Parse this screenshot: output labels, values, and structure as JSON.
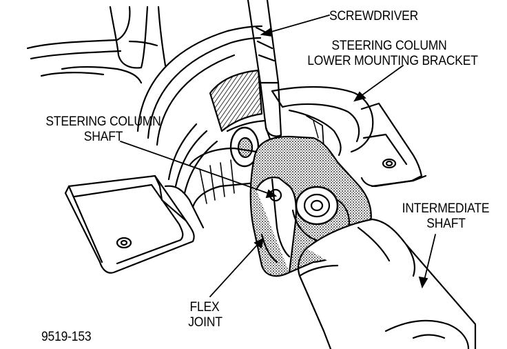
{
  "colors": {
    "ink": "#000000",
    "paper": "#ffffff"
  },
  "labels": {
    "screwdriver": "SCREWDRIVER",
    "bracket_line1": "STEERING COLUMN",
    "bracket_line2": "LOWER MOUNTING BRACKET",
    "column_shaft_line1": "STEERING COLUMN",
    "column_shaft_line2": "SHAFT",
    "intermediate_line1": "INTERMEDIATE",
    "intermediate_line2": "SHAFT",
    "flex_line1": "FLEX",
    "flex_line2": "JOINT",
    "figure_number": "9519-153"
  }
}
